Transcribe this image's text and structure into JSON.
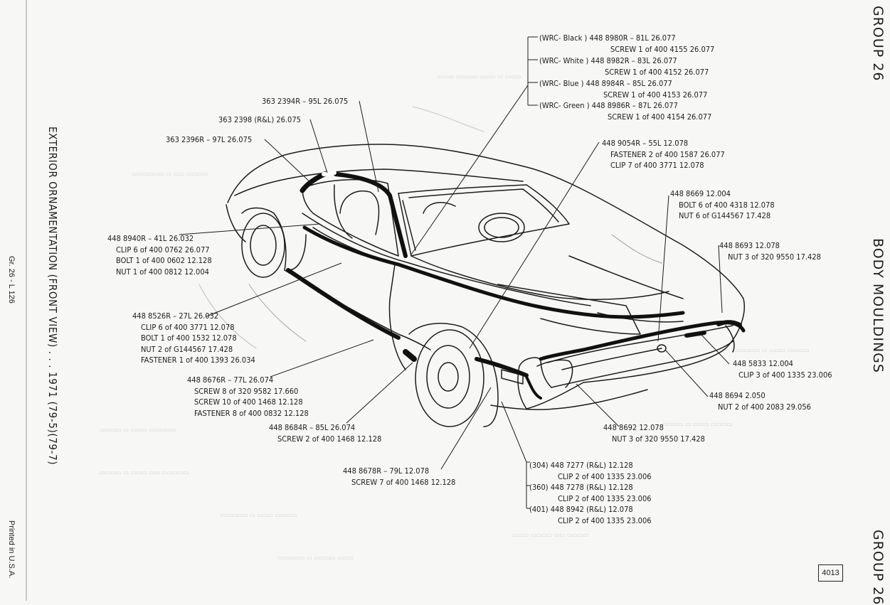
{
  "header": {
    "side_top": "GROUP 26",
    "side_mid": "BODY MOULDINGS",
    "side_bottom": "GROUP 26",
    "title": "EXTERIOR ORNAMENTATION (FRONT VIEW) . . . 1971 (79-5)(79-7)",
    "gr_ref": "Gr. 26 - L 126",
    "printed": "Printed in U.S.A.",
    "page_number": "4013"
  },
  "callouts": {
    "wrc": [
      [
        "(WRC- Black ) 448 8980R – 81L  26.077",
        "SCREW  1 of  400 4155  26.077"
      ],
      [
        "(WRC- White ) 448 8982R – 83L  26.077",
        "SCREW  1 of  400 4152  26.077"
      ],
      [
        "(WRC- Blue ) 448 8984R – 85L  26.077",
        "SCREW  1 of  400 4153  26.077"
      ],
      [
        "(WRC- Green ) 448 8986R – 87L  26.077",
        "SCREW  1 of  400 4154  26.077"
      ]
    ],
    "c2394": "363 2394R – 95L  26.075",
    "c2398": "363 2398 (R&L)  26.075",
    "c2396": "363 2396R – 97L  26.075",
    "c9054": [
      "448 9054R – 55L  12.078",
      "FASTENER  2 of  400 1587  26.077",
      "CLIP  7 of  400 3771  12.078"
    ],
    "c8669": [
      "448 8669  12.004",
      "BOLT  6 of  400 4318  12.078",
      "NUT  6 of  G144567  17.428"
    ],
    "c8693": [
      "448 8693  12.078",
      "NUT  3 of  320 9550  17.428"
    ],
    "c8940": [
      "448 8940R – 41L  26.032",
      "CLIP  6 of  400 0762  26.077",
      "BOLT  1 of  400 0602  12.128",
      "NUT  1 of  400 0812  12.004"
    ],
    "c8526": [
      "448 8526R – 27L  26.032",
      "CLIP  6 of  400 3771  12.078",
      "BOLT  1 of  400 1532  12.078",
      "NUT  2 of  G144567  17.428",
      "FASTENER  1 of  400 1393  26.034"
    ],
    "c8676": [
      "448 8676R – 77L  26.074",
      "SCREW  8 of  320 9582  17.660",
      "SCREW  10 of  400 1468  12.128",
      "FASTENER  8 of  400 0832  12.128"
    ],
    "c8684": [
      "448 8684R – 85L  26.074",
      "SCREW  2 of  400 1468  12.128"
    ],
    "c8678": [
      "448 8678R – 79L  12.078",
      "SCREW  7 of  400 1468  12.128"
    ],
    "c5833": [
      "448 5833  12.004",
      "CLIP  3 of  400 1335  23.006"
    ],
    "c8694": [
      "448 8694  2.050",
      "NUT  2 of  400 2083  29.056"
    ],
    "c8692": [
      "448 8692  12.078",
      "NUT  3 of  320 9550  17.428"
    ],
    "c7277": [
      "(304) 448 7277 (R&L)  12.128",
      "CLIP  2 of  400 1335  23.006",
      "(360) 448 7278 (R&L)  12.128",
      "CLIP  2 of  400 1335  23.006",
      "(401) 448 8942 (R&L)  12.078",
      "CLIP  2 of  400 1335  23.006"
    ]
  },
  "colors": {
    "ink": "#1c1c1c",
    "paper": "#f7f7f5",
    "ghost": "#d6d6d3"
  }
}
